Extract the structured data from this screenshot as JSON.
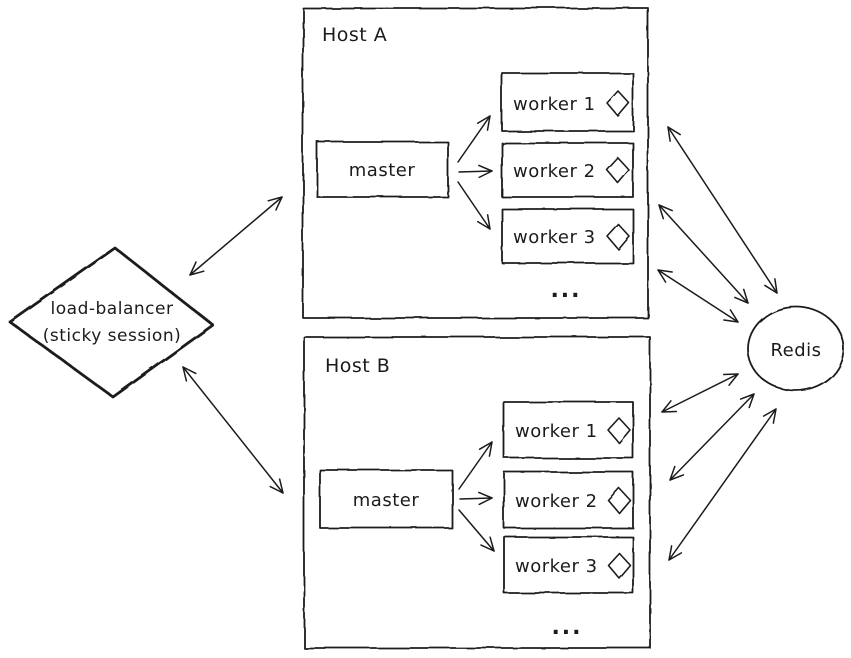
{
  "colors": {
    "stroke": "#1b1b1b",
    "background": "#ffffff"
  },
  "load_balancer": {
    "line1": "load-balancer",
    "line2": "(sticky session)"
  },
  "host_a": {
    "title": "Host A",
    "master": "master",
    "workers": [
      "worker 1",
      "worker 2",
      "worker 3"
    ],
    "ellipsis": "..."
  },
  "host_b": {
    "title": "Host B",
    "master": "master",
    "workers": [
      "worker 1",
      "worker 2",
      "worker 3"
    ],
    "ellipsis": "..."
  },
  "redis": {
    "label": "Redis"
  },
  "icons": {
    "worker_badge": "diamond-outline"
  }
}
